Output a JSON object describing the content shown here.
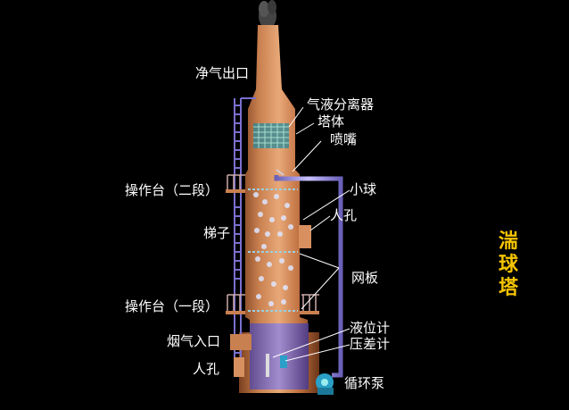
{
  "title": [
    "湍",
    "球",
    "塔"
  ],
  "labels": {
    "clean_gas_outlet": "净气出口",
    "gas_liquid_separator": "气液分离器",
    "tower_body": "塔体",
    "nozzle": "喷嘴",
    "platform_stage2": "操作台（二段）",
    "small_ball": "小球",
    "manhole_upper": "人孔",
    "ladder": "梯子",
    "mesh_plate": "网板",
    "platform_stage1": "操作台（一段）",
    "level_gauge": "液位计",
    "flue_gas_inlet": "烟气入口",
    "diff_pressure_gauge": "压差计",
    "manhole_lower": "人孔",
    "circulation_pump": "循环泵"
  },
  "colors": {
    "background": "#000000",
    "tower": "#b86a3a",
    "pipe": "#8a7fd0",
    "title": "#f5c400",
    "label": "#ffffff"
  }
}
